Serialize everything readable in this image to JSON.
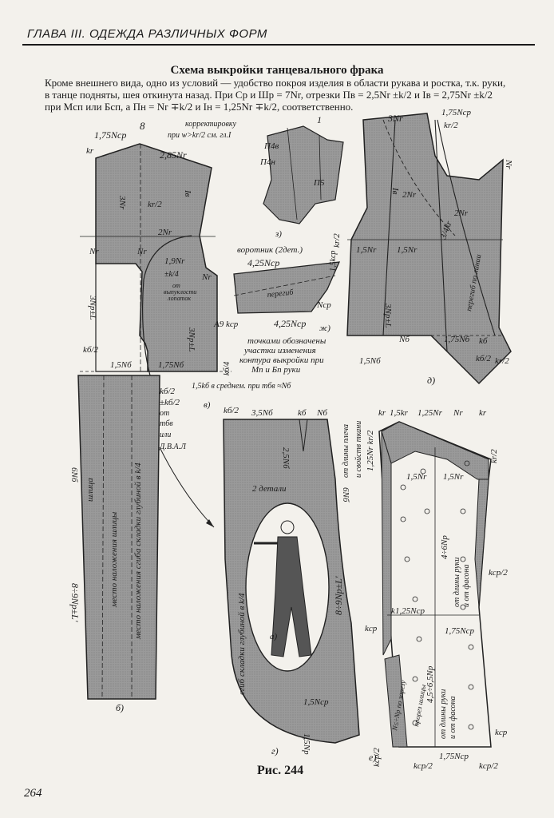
{
  "header": {
    "chapter": "ГЛАВА III. ОДЕЖДА РАЗЛИЧНЫХ ФОРМ"
  },
  "title": "Схема выкройки танцевального фрака",
  "intro": [
    "Кроме внешнего вида, одно из условий — удобство покроя изделия в области рукава и ростка, т.к. руки,",
    "в танце подняты, шея откинута назад. При Ср и Шр = 7Nr, отрезки Пв = 2,5Nr ±k/2 и Iв = 2,75Nr ±k/2",
    "при Мсп или Бсп, а Пн = Nr ∓k/2 и Iн = 1,25Nr ∓k/2, соответственно."
  ],
  "figure": {
    "front": {
      "labels": [
        "1,75Nср",
        "8",
        "kr",
        "2,85Nr",
        "корректировку",
        "при w>kr/2 см. гл.I",
        "3Nr",
        "kr/2",
        "Iв",
        "2Nr",
        "Nr",
        "Nr",
        "1,9Nr",
        "±k/4",
        "от",
        "выпуклости",
        "лопаток",
        "Nr",
        "3Nр±L",
        "3Nр±L",
        "kб/2",
        "1,5Nб",
        "1,75Nб",
        "kб/4",
        "1,5kб в среднем. при mбв ≈Nб",
        "kб/2",
        "±kб/2",
        "от",
        "mбв",
        "или",
        "Д.В.А.Л",
        "в)"
      ]
    },
    "pieces": {
      "labels": [
        "1",
        "П4в",
        "П4н",
        "П5",
        "з)",
        "воротник (2дет.)",
        "4,25Nср",
        "перегиб",
        "Nср",
        "А9",
        "kср",
        "4,25Nср",
        "ж)",
        "точками обозначены",
        "участки изменения",
        "контура выкройки при",
        "Мп и Бп руки",
        "1,5Nб"
      ]
    },
    "back": {
      "labels": [
        "3Nr",
        "1,75Nср",
        "kr/2",
        "Iв",
        "2Nr",
        "Nr",
        "1,5kср",
        "kr/2",
        "1,5Nr",
        "1,5Nr",
        "3Nр±L",
        "2Nr",
        "3/4kr",
        "Nб",
        "1,75Nб",
        "kб",
        "kб/2",
        "kr/2",
        "перегиб по линии",
        "д)"
      ]
    },
    "tail": {
      "labels": [
        "6Nб",
        "8÷9Nр±L'",
        "шлица",
        "место наложения шлицы",
        "место наложения сгиба складки глубиной в k/4",
        "б)"
      ]
    },
    "skirt": {
      "labels": [
        "kб/2",
        "3,5Nб",
        "kб",
        "Nб",
        "2,5Nб",
        "6Nб",
        "2 детали",
        "сгиб складки глубиной в k/4",
        "8÷9Nр±L'",
        "1,5Nср",
        "1,5Nр",
        "а)",
        "г)",
        "от длины плеча",
        "и свойств ткани"
      ]
    },
    "sleeve": {
      "labels": [
        "kr",
        "1,5kr",
        "1,25Nr",
        "Nr",
        "kr",
        "kr/2",
        "1,25Nr kr/2",
        "1,5Nr",
        "1,5Nr",
        "4÷6Nр",
        "от длины руки",
        "и от фасона",
        "kср/2",
        "k",
        "1,25Nср",
        "1,75Nср",
        "kср",
        "4,5÷6,5Nр",
        "от длины руки",
        "и от фасона",
        "N≤÷Nр по зарезу",
        "прорез шлицы",
        "kср",
        "kср/2",
        "kср/2",
        "1,75Nср",
        "kср/2",
        "е)"
      ]
    }
  },
  "caption": "Рис. 244",
  "page_number": "264"
}
